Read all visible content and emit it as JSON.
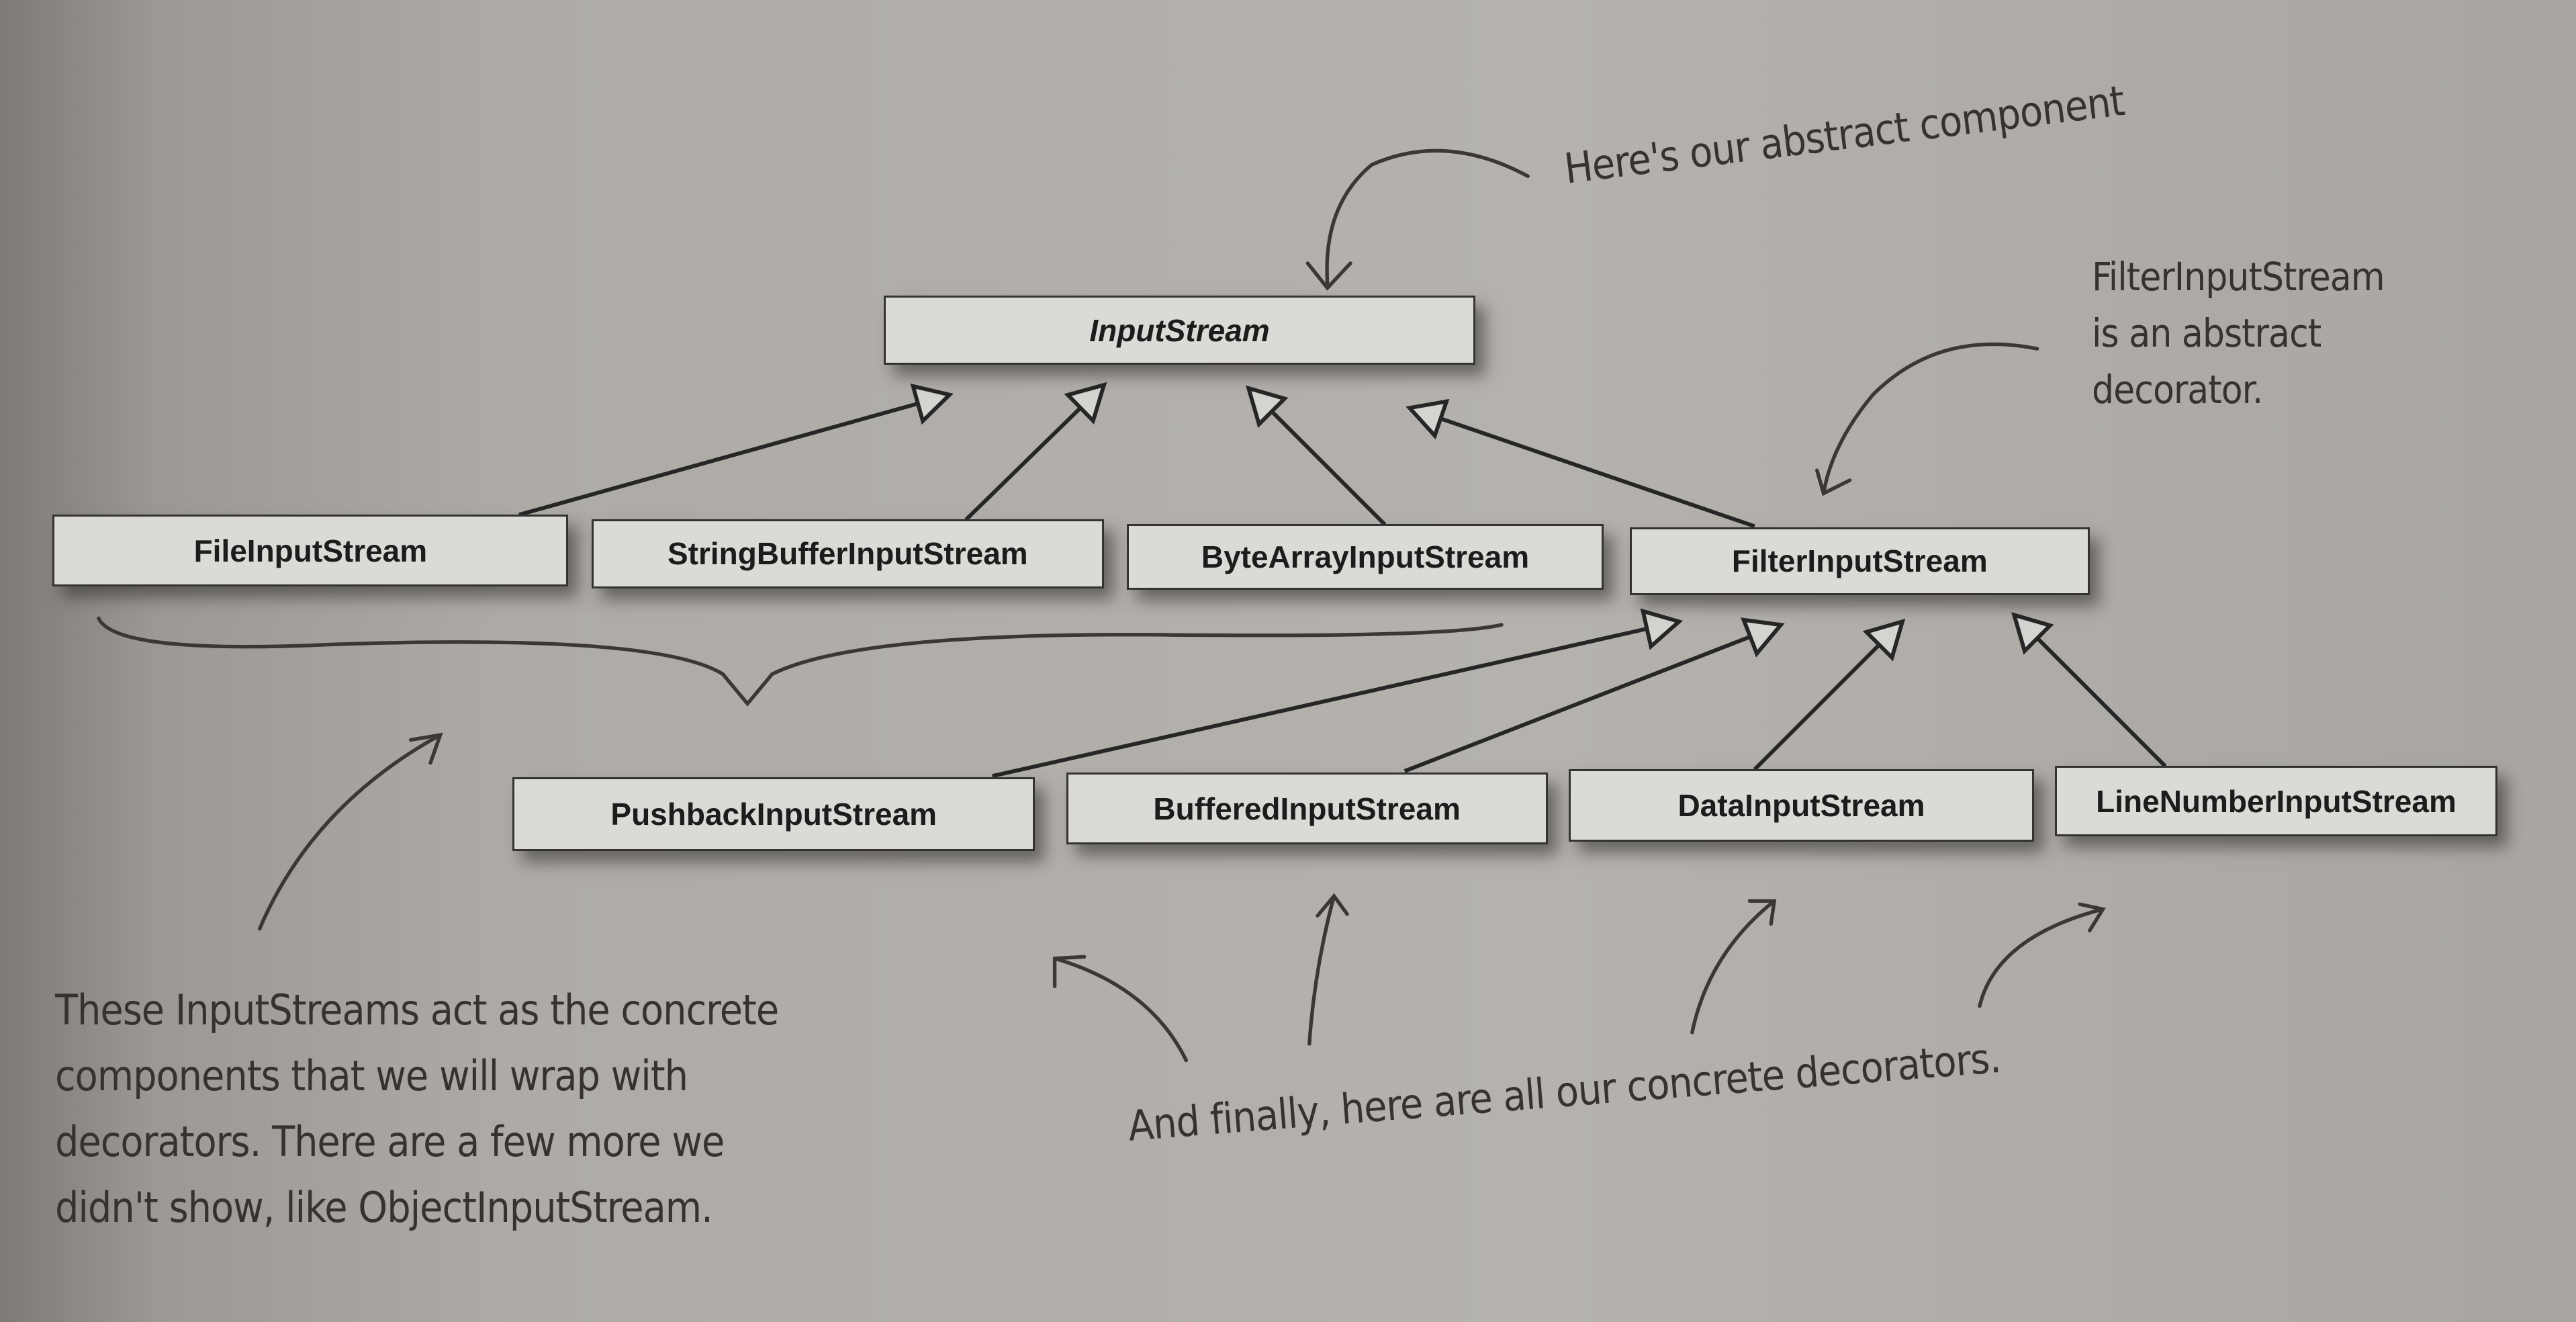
{
  "diagram": {
    "nodes": [
      {
        "id": "inputstream",
        "label": "InputStream",
        "abstract": true
      },
      {
        "id": "fileinputstream",
        "label": "FileInputStream"
      },
      {
        "id": "stringbufferinputstream",
        "label": "StringBufferInputStream"
      },
      {
        "id": "bytearrayinputstream",
        "label": "ByteArrayInputStream"
      },
      {
        "id": "filterinputstream",
        "label": "FilterInputStream"
      },
      {
        "id": "pushbackinputstream",
        "label": "PushbackInputStream"
      },
      {
        "id": "bufferedinputstream",
        "label": "BufferedInputStream"
      },
      {
        "id": "datainputstream",
        "label": "DataInputStream"
      },
      {
        "id": "linenumberinputstream",
        "label": "LineNumberInputStream"
      }
    ],
    "edges": [
      {
        "from": "fileinputstream",
        "to": "inputstream",
        "type": "inheritance"
      },
      {
        "from": "stringbufferinputstream",
        "to": "inputstream",
        "type": "inheritance"
      },
      {
        "from": "bytearrayinputstream",
        "to": "inputstream",
        "type": "inheritance"
      },
      {
        "from": "filterinputstream",
        "to": "inputstream",
        "type": "inheritance"
      },
      {
        "from": "pushbackinputstream",
        "to": "filterinputstream",
        "type": "inheritance"
      },
      {
        "from": "bufferedinputstream",
        "to": "filterinputstream",
        "type": "inheritance"
      },
      {
        "from": "datainputstream",
        "to": "filterinputstream",
        "type": "inheritance"
      },
      {
        "from": "linenumberinputstream",
        "to": "filterinputstream",
        "type": "inheritance"
      }
    ]
  },
  "annotations": {
    "abstract_component": "Here's our abstract component",
    "abstract_decorator": [
      "FilterInputStream",
      "is an abstract",
      "decorator."
    ],
    "concrete_components": [
      "These InputStreams act as the concrete",
      "components that we will wrap with",
      "decorators.  There are a few more we",
      "didn't show, like ObjectInputStream."
    ],
    "concrete_decorators": "And finally, here are all our concrete decorators."
  }
}
